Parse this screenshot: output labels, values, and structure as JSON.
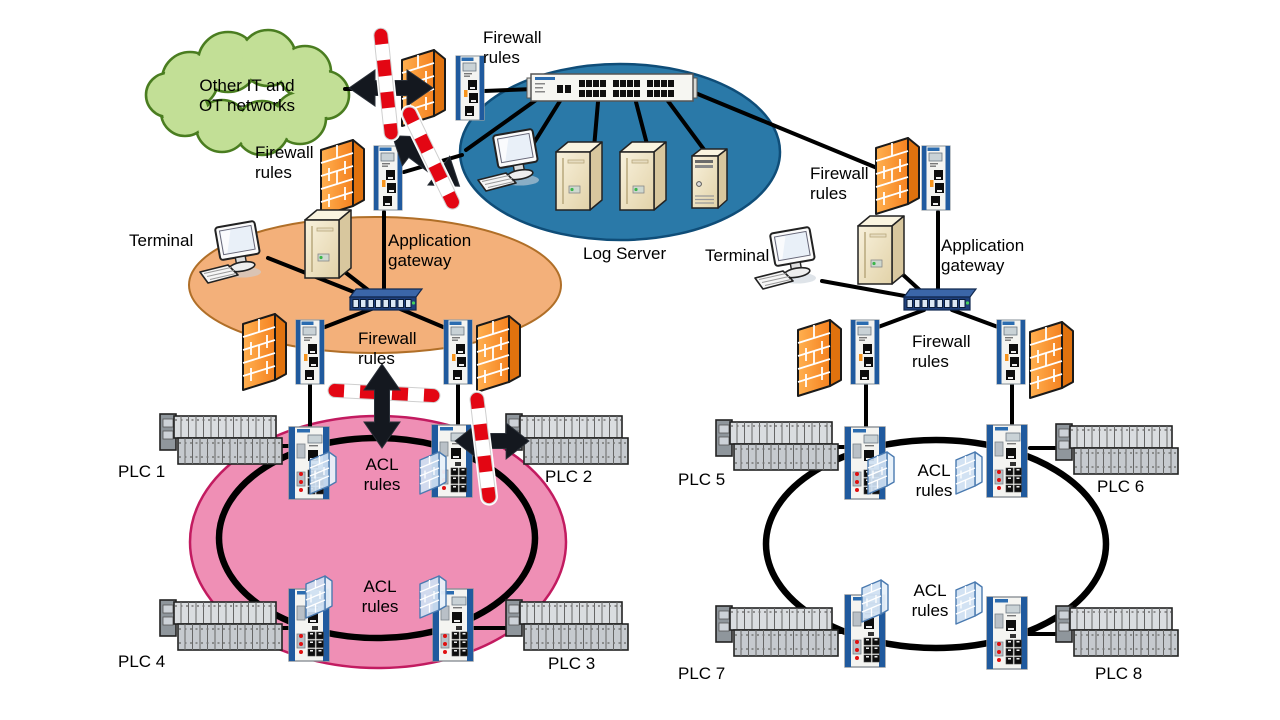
{
  "colors": {
    "cloud_fill": "#c2df96",
    "cloud_stroke": "#4a7d20",
    "log_zone_fill": "#2a79a8",
    "log_zone_stroke": "#0f4d78",
    "dmz_zone_fill": "#f3b07a",
    "dmz_zone_stroke": "#b06f28",
    "cell_zone_fill": "#ef8fb5",
    "cell_zone_stroke": "#c21b60",
    "link": "#000000",
    "ring": "#000000",
    "arrow": "#14181f",
    "barrier_red": "#e30613",
    "firewall_orange": "#f58220",
    "acl_wall_blue": "#cfe0f2",
    "device_blue": "#205a9e"
  },
  "labels": {
    "cloud": "Other IT and\nOT networks",
    "firewall_rules": "Firewall\nrules",
    "acl_rules": "ACL\nrules",
    "terminal": "Terminal",
    "app_gateway": "Application\ngateway",
    "log_server": "Log Server",
    "plc": {
      "p1": "PLC 1",
      "p2": "PLC 2",
      "p3": "PLC 3",
      "p4": "PLC 4",
      "p5": "PLC 5",
      "p6": "PLC 6",
      "p7": "PLC 7",
      "p8": "PLC 8"
    }
  }
}
